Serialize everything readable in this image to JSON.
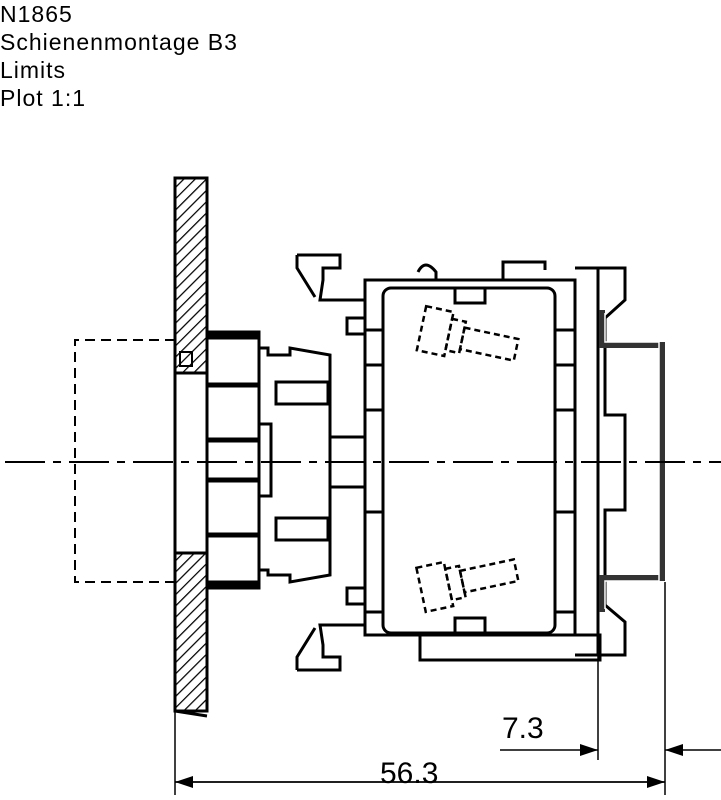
{
  "title_block": {
    "part_number": "N1865",
    "description": "Schienenmontage B3",
    "manufacturer": "Limits",
    "scale": "Plot 1:1"
  },
  "dimensions": {
    "overall_depth": "56.3",
    "rail_offset": "7.3"
  }
}
